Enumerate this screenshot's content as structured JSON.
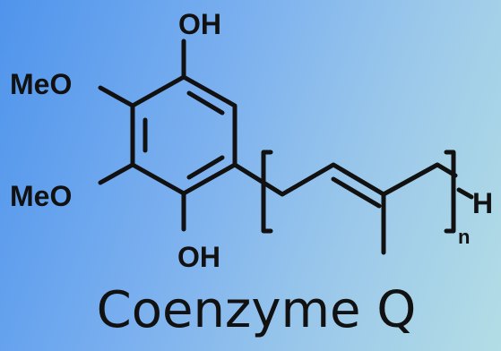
{
  "labels": {
    "oh_top": "OH",
    "oh_bottom": "OH",
    "meo_upper": "MeO",
    "meo_lower": "MeO",
    "terminal_h": "H",
    "subscript_n": "n"
  },
  "caption": "Coenzyme Q",
  "colors": {
    "ink": "#111111",
    "background_start": "#4f94ec",
    "background_end": "#b3dde5"
  }
}
